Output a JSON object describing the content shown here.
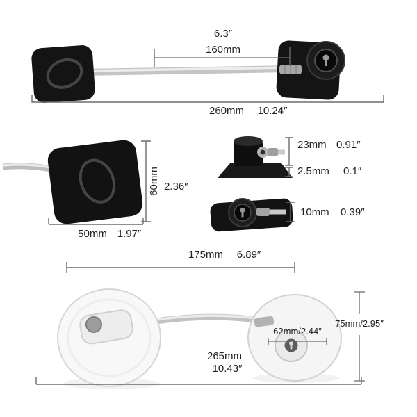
{
  "figure": {
    "type": "product-dimension-diagram",
    "subject": "cable window/refrigerator safety lock, black and white variants"
  },
  "dim": {
    "top": {
      "len_in": "6.3″",
      "len_mm": "160mm",
      "total_mm": "260mm",
      "total_in": "10.24″"
    },
    "pad": {
      "h_mm": "60mm",
      "h_in": "2.36″",
      "w_mm": "50mm",
      "w_in": "1.97″"
    },
    "lock_side": {
      "h_mm": "23mm",
      "h_in": "0.91″",
      "base_mm": "2.5mm",
      "base_in": "0.1″"
    },
    "lock_top": {
      "t_mm": "10mm",
      "t_in": "0.39″"
    },
    "white": {
      "len_mm": "175mm",
      "len_in": "6.89″",
      "lock_w": "62mm/2.44″",
      "pad_h": "75mm/2.95″",
      "total_mm": "265mm",
      "total_in": "10.43″"
    }
  },
  "colors": {
    "background": "#ffffff",
    "product_black": "#141414",
    "product_white": "#f5f5f5",
    "cable": "#c9c9c9",
    "dimension_line": "#6b6b6b",
    "text": "#222222"
  }
}
